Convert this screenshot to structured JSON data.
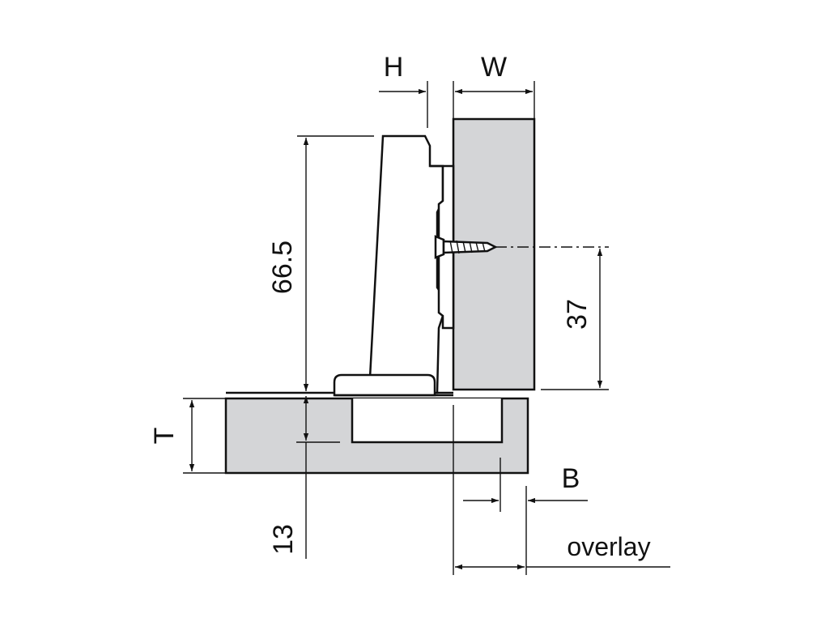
{
  "labels": {
    "h": "H",
    "w": "W",
    "dim_66_5": "66.5",
    "dim_37": "37",
    "t": "T",
    "b": "B",
    "dim_13": "13",
    "overlay": "overlay"
  },
  "colors": {
    "panel_fill": "#d4d5d7",
    "line": "#111111",
    "background": "#ffffff"
  }
}
